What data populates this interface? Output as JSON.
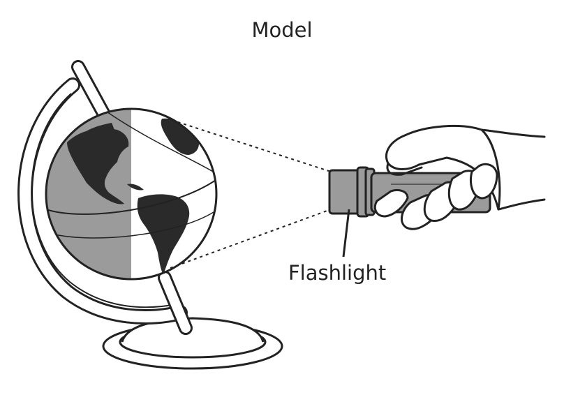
{
  "title": "Model",
  "labels": {
    "flashlight": "Flashlight"
  },
  "colors": {
    "ink": "#222222",
    "night_side": "#9b9b9b",
    "day_side": "#ffffff",
    "land": "#2a2a2a",
    "flashlight_body": "#9b9b9b"
  },
  "objects": {
    "globe": "globe-on-stand",
    "light_source": "flashlight-held-in-hand"
  }
}
